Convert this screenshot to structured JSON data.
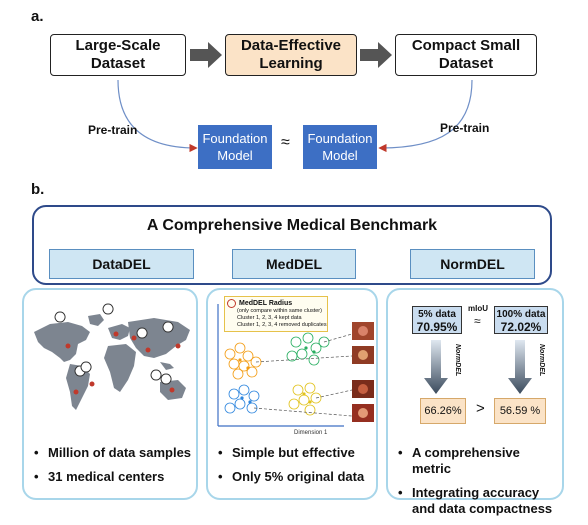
{
  "part_a": {
    "label": "a.",
    "boxes": {
      "large_dataset": "Large-Scale Dataset",
      "learning": "Data-Effective Learning",
      "small_dataset": "Compact Small Dataset"
    },
    "pretrain_left": "Pre-train",
    "pretrain_right": "Pre-train",
    "model_left": "Foundation Model",
    "model_right": "Foundation Model",
    "approx": "≈"
  },
  "part_b": {
    "label": "b.",
    "benchmark_title": "A Comprehensive Medical Benchmark",
    "datasets": [
      "DataDEL",
      "MedDEL",
      "NormDEL"
    ]
  },
  "panel_left": {
    "bullets": [
      "Million of data samples",
      "31 medical centers"
    ]
  },
  "panel_mid": {
    "legend_title": "MedDEL Radius",
    "legend_sub": "(only compare within same cluster)",
    "legend_kept": "Cluster 1, 2, 3, 4 kept data",
    "legend_removed": "Cluster 1, 2, 3, 4 removed duplicates",
    "axis_x": "Dimension 1",
    "bullets": [
      "Simple but effective",
      "Only 5% original data"
    ]
  },
  "panel_right": {
    "box1_label": "5% data",
    "box1_value": "70.95%",
    "box2_label": "100% data",
    "box2_value": "72.02%",
    "miou": "mIoU",
    "approx": "≈",
    "norm_left": "NormDEL",
    "norm_right": "NormDEL",
    "res_left": "66.26%",
    "res_right": "56.59 %",
    "gt": ">",
    "bullets": [
      "A comprehensive metric",
      "Integrating accuracy and data compactness"
    ]
  },
  "colors": {
    "model_blue": "#3d6fc4",
    "highlight_orange": "#fbe3c7",
    "dataset_blue": "#cfe6f3",
    "panel_border": "#a8d6ea",
    "map_gray": "#7d8590"
  }
}
